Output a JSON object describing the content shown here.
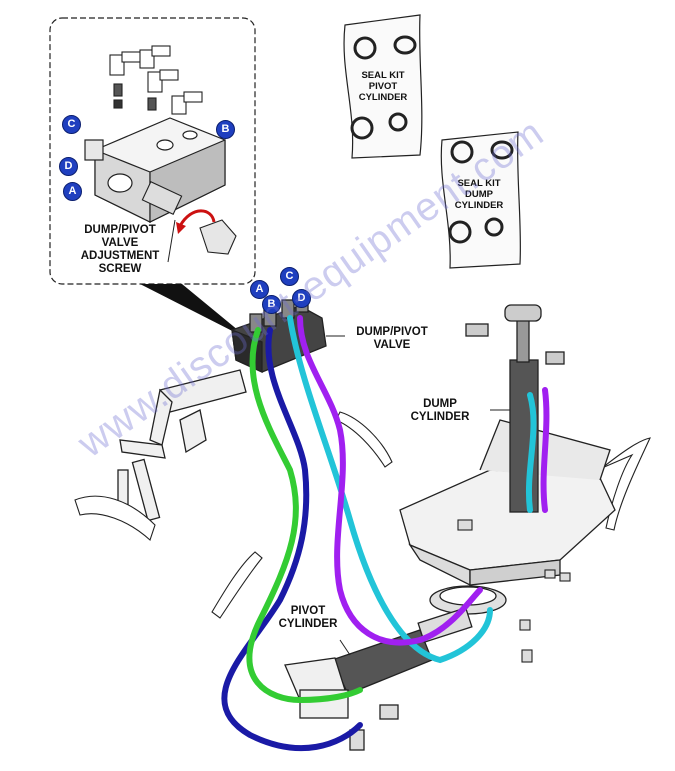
{
  "labels": {
    "adjustment_screw": [
      "DUMP/PIVOT",
      "VALVE",
      "ADJUSTMENT",
      "SCREW"
    ],
    "dump_pivot_valve": [
      "DUMP/PIVOT",
      "VALVE"
    ],
    "dump_cylinder": [
      "DUMP",
      "CYLINDER"
    ],
    "pivot_cylinder": [
      "PIVOT",
      "CYLINDER"
    ],
    "seal_kit_pivot": [
      "SEAL KIT",
      "PIVOT",
      "CYLINDER"
    ],
    "seal_kit_dump": [
      "SEAL KIT",
      "DUMP",
      "CYLINDER"
    ]
  },
  "ports": {
    "inset": {
      "a": "A",
      "b": "B",
      "c": "C",
      "d": "D"
    },
    "main": {
      "a": "A",
      "b": "B",
      "c": "C",
      "d": "D"
    }
  },
  "watermark": "www.discount-equipment.com",
  "colors": {
    "hose_a": "#33cc33",
    "hose_b": "#1a1aa6",
    "hose_c": "#22c4d8",
    "hose_d": "#a020f0",
    "port_badge": "#1f3fbf"
  }
}
